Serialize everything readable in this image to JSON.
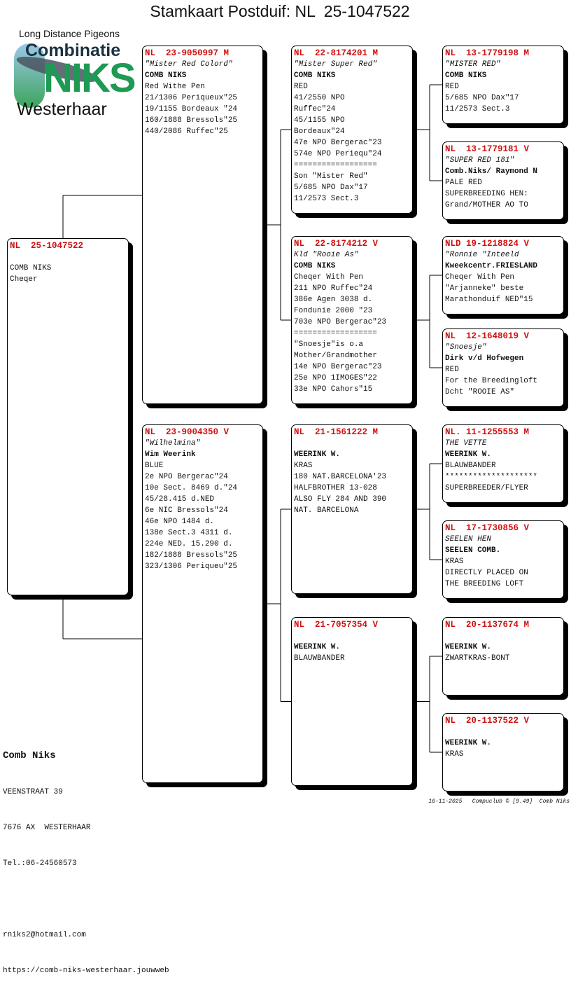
{
  "title": "Stamkaart Postduif: NL  25-1047522",
  "logo": {
    "top": "Long Distance Pigeons",
    "line1": "Combinatie",
    "line2": "NIKS",
    "line3": "Westerhaar"
  },
  "pedigree": [
    {
      "id": "subject",
      "ring": "NL  25-1047522",
      "name": "",
      "owner": "COMB NIKS",
      "lines": [
        "Cheqer"
      ]
    },
    {
      "id": "father",
      "ring": "NL  23-9050997 M",
      "name": "\"Mister Red Colord\"",
      "owner": "COMB NIKS",
      "lines": [
        "Red Withe Pen",
        "21/1306 Periqueux\"25",
        "19/1155 Bordeaux \"24",
        "160/1888 Bressols\"25",
        "440/2086 Ruffec\"25"
      ]
    },
    {
      "id": "mother",
      "ring": "NL  23-9004350 V",
      "name": "\"Wilhelmina\"",
      "owner": "Wim Weerink",
      "lines": [
        "BLUE",
        "2e NPO Bergerac\"24",
        "10e Sect. 8469 d.\"24",
        "45/28.415 d.NED",
        "6e NIC Bressols\"24",
        "46e NPO 1484 d.",
        "138e Sect.3 4311 d.",
        "224e NED. 15.290 d.",
        "182/1888 Bressols\"25",
        "323/1306 Periqueu\"25"
      ]
    },
    {
      "id": "ff",
      "ring": "NL  22-8174201 M",
      "name": "\"Mister Super Red\"",
      "owner": "COMB NIKS",
      "lines": [
        "RED",
        "41/2550 NPO",
        "Ruffec\"24",
        "45/1155 NPO",
        "Bordeaux\"24",
        "47e NPO Bergerac\"23",
        "574e NPO Periequ\"24",
        "==================",
        "Son \"Mister Red\"",
        "5/685 NPO Dax\"17",
        "11/2573 Sect.3"
      ]
    },
    {
      "id": "fm",
      "ring": "NL  22-8174212 V",
      "name": "Kld \"Rooie As\"",
      "owner": "COMB NIKS",
      "lines": [
        "Cheqer With Pen",
        "211 NPO Ruffec\"24",
        "386e Agen 3038 d.",
        "Fondunie 2000 \"23",
        "703e NPO Bergerac\"23",
        "==================",
        "\"Snoesje\"is o.a",
        "Mother/Grandmother",
        "14e NPO Bergerac\"23",
        "25e NPO 1IMOGES\"22",
        "33e NPO Cahors\"15"
      ]
    },
    {
      "id": "mf",
      "ring": "NL  21-1561222 M",
      "name": "",
      "owner": "WEERINK W.",
      "lines": [
        "KRAS",
        "180 NAT.BARCELONA'23",
        "HALFBROTHER 13-028",
        "ALSO FLY 284 AND 390",
        "NAT. BARCELONA"
      ]
    },
    {
      "id": "mm",
      "ring": "NL  21-7057354 V",
      "name": "",
      "owner": "WEERINK W.",
      "lines": [
        "BLAUWBANDER"
      ]
    },
    {
      "id": "fff",
      "ring": "NL  13-1779198 M",
      "name": "\"MISTER RED\"",
      "owner": "COMB NIKS",
      "lines": [
        "RED",
        "5/685 NPO Dax\"17",
        "11/2573 Sect.3"
      ]
    },
    {
      "id": "ffm",
      "ring": "NL  13-1779181 V",
      "name": "\"SUPER RED 181\"",
      "owner": "Comb.Niks/ Raymond N",
      "lines": [
        "PALE RED",
        "SUPERBREEDING HEN:",
        "Grand/MOTHER AO TO"
      ]
    },
    {
      "id": "fmf",
      "ring": "NLD 19-1218824 V",
      "name": "\"Ronnie \"Inteeld",
      "owner": "Kweekcentr.FRIESLAND",
      "lines": [
        "Cheqer With Pen",
        "\"Arjanneke\" beste",
        "Marathonduif NED\"15"
      ]
    },
    {
      "id": "fmm",
      "ring": "NL  12-1648019 V",
      "name": "\"Snoesje\"",
      "owner": "Dirk v/d Hofwegen",
      "lines": [
        "RED",
        "For the Breedingloft",
        "Dcht \"ROOIE AS\""
      ]
    },
    {
      "id": "mff",
      "ring": "NL. 11-1255553 M",
      "name": "THE VETTE",
      "owner": "WEERINK W.",
      "lines": [
        "BLAUWBANDER",
        "********************",
        "SUPERBREEDER/FLYER"
      ]
    },
    {
      "id": "mfm",
      "ring": "NL  17-1730856 V",
      "name": "SEELEN HEN",
      "owner": "SEELEN COMB.",
      "lines": [
        "KRAS",
        "DIRECTLY PLACED ON",
        "THE BREEDING LOFT"
      ]
    },
    {
      "id": "mmf",
      "ring": "NL  20-1137674 M",
      "name": "",
      "owner": "WEERINK W.",
      "lines": [
        "ZWARTKRAS-BONT"
      ]
    },
    {
      "id": "mmm",
      "ring": "NL  20-1137522 V",
      "name": "",
      "owner": "WEERINK W.",
      "lines": [
        "KRAS"
      ]
    }
  ],
  "owner": {
    "name": "Comb Niks",
    "address": "VEENSTRAAT 39",
    "city": "7676 AX  WESTERHAAR",
    "phone": "Tel.:06-24560573",
    "email": "rniks2@hotmail.com",
    "website": "https://comb-niks-westerhaar.jouwweb"
  },
  "footer": "16-11-2025   Compuclub © [9.49]  Comb Niks",
  "colors": {
    "ring": "#d01010",
    "shadow": "#000000"
  }
}
